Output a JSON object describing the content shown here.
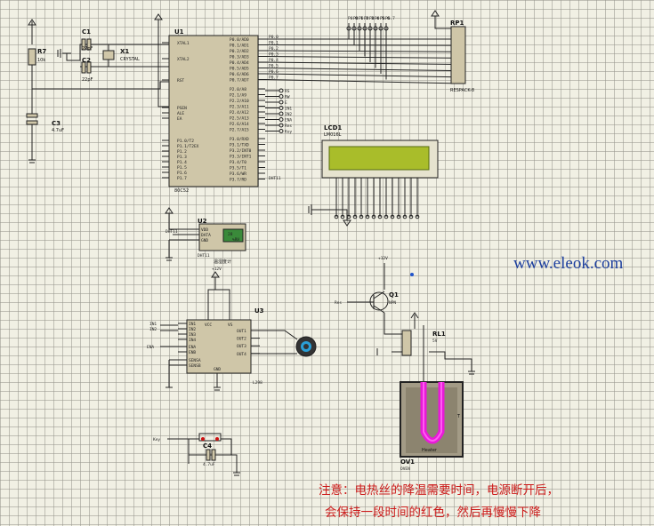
{
  "website": "www.eleok.com",
  "note": {
    "line1": "注意：电热丝的降温需要时间，电源断开后，",
    "line2": "会保持一段时间的红色，然后再慢慢下降"
  },
  "components": {
    "u1": {
      "ref": "U1",
      "part": "80C52",
      "left_pins": [
        "XTAL1",
        "XTAL2",
        "RST",
        "PSEN",
        "ALE",
        "EA",
        "P1.0/T2",
        "P1.1/T2EX",
        "P1.2",
        "P1.3",
        "P1.4",
        "P1.5",
        "P1.6",
        "P1.7"
      ],
      "right_pins": [
        "P0.0/AD0",
        "P0.1/AD1",
        "P0.2/AD2",
        "P0.3/AD3",
        "P0.4/AD4",
        "P0.5/AD5",
        "P0.6/AD6",
        "P0.7/AD7",
        "P2.0/A8",
        "P2.1/A9",
        "P2.2/A10",
        "P2.3/A11",
        "P2.4/A12",
        "P2.5/A13",
        "P2.6/A14",
        "P2.7/A15",
        "P3.0/RXD",
        "P3.1/TXD",
        "P3.2/INT0",
        "P3.3/INT1",
        "P3.4/T0",
        "P3.5/T1",
        "P3.6/WR",
        "P3.7/RD"
      ]
    },
    "c1": {
      "ref": "C1",
      "value": "22pF"
    },
    "c2": {
      "ref": "C2",
      "value": "22pF"
    },
    "x1": {
      "ref": "X1",
      "value": "CRYSTAL"
    },
    "r7": {
      "ref": "R7",
      "value": "10k"
    },
    "c3": {
      "ref": "C3",
      "value": "4.7uF"
    },
    "rp1": {
      "ref": "RP1",
      "value": "RESPACK-8"
    },
    "lcd1": {
      "ref": "LCD1",
      "value": "LM016L"
    },
    "u2": {
      "ref": "U2",
      "pins": [
        "VDD",
        "DATA",
        "GND"
      ],
      "net": "DHT11",
      "caption": "温湿度计",
      "readout": [
        "28",
        "%RH"
      ]
    },
    "u3": {
      "ref": "U3",
      "part": "L298",
      "left_pins": [
        "IN1",
        "IN2",
        "IN3",
        "IN4",
        "ENA",
        "ENB",
        "SENSA",
        "SENSB"
      ],
      "top_pins": [
        "VCC",
        "VS"
      ],
      "right_pins": [
        "OUT1",
        "OUT2",
        "OUT3",
        "OUT4"
      ],
      "bottom_pin": "GND",
      "supply": "+12V"
    },
    "q1": {
      "ref": "Q1",
      "value": "NPN",
      "supply": "+12V"
    },
    "rl1": {
      "ref": "RL1",
      "value": "5V"
    },
    "ov1": {
      "ref": "OV1",
      "value": "OVEN",
      "element": "Heater",
      "temp_mark": "T"
    },
    "c4": {
      "ref": "C4",
      "value": "4.7uF"
    }
  },
  "nets": {
    "u1_port0": [
      "P0.0",
      "P0.1",
      "P0.2",
      "P0.3",
      "P0.4",
      "P0.5",
      "P0.6",
      "P0.7"
    ],
    "u1_port2": [
      "RS",
      "RW",
      "E",
      "IN1",
      "IN2",
      "ENA",
      "Res",
      "Key"
    ],
    "dht": "DHT11",
    "in1": "IN1",
    "in2": "IN2",
    "ena": "ENA",
    "res": "Res",
    "key": "Key"
  }
}
